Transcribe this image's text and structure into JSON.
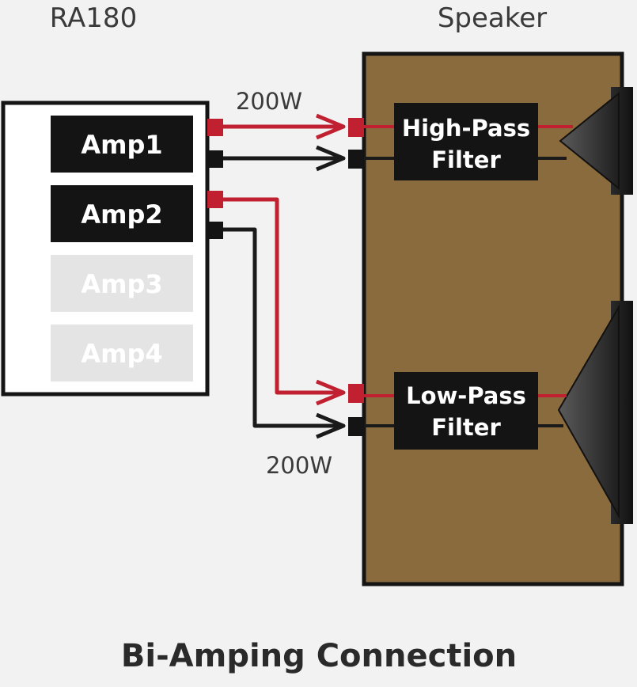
{
  "amplifier": {
    "title": "RA180",
    "channels": [
      {
        "label": "Amp1",
        "active": true
      },
      {
        "label": "Amp2",
        "active": true
      },
      {
        "label": "Amp3",
        "active": false
      },
      {
        "label": "Amp4",
        "active": false
      }
    ]
  },
  "speaker": {
    "title": "Speaker",
    "high_filter": {
      "line1": "High-Pass",
      "line2": "Filter"
    },
    "low_filter": {
      "line1": "Low-Pass",
      "line2": "Filter"
    }
  },
  "connections": {
    "top_power": "200W",
    "bottom_power": "200W"
  },
  "caption": "Bi-Amping Connection",
  "colors": {
    "background": "#f2f2f2",
    "positive_wire": "#c0202f",
    "negative_wire": "#1a1a1a",
    "cabinet": "#8a6b3e",
    "active_channel": "#141414",
    "inactive_channel": "#e4e4e4",
    "inactive_channel_text": "#ffffff"
  }
}
